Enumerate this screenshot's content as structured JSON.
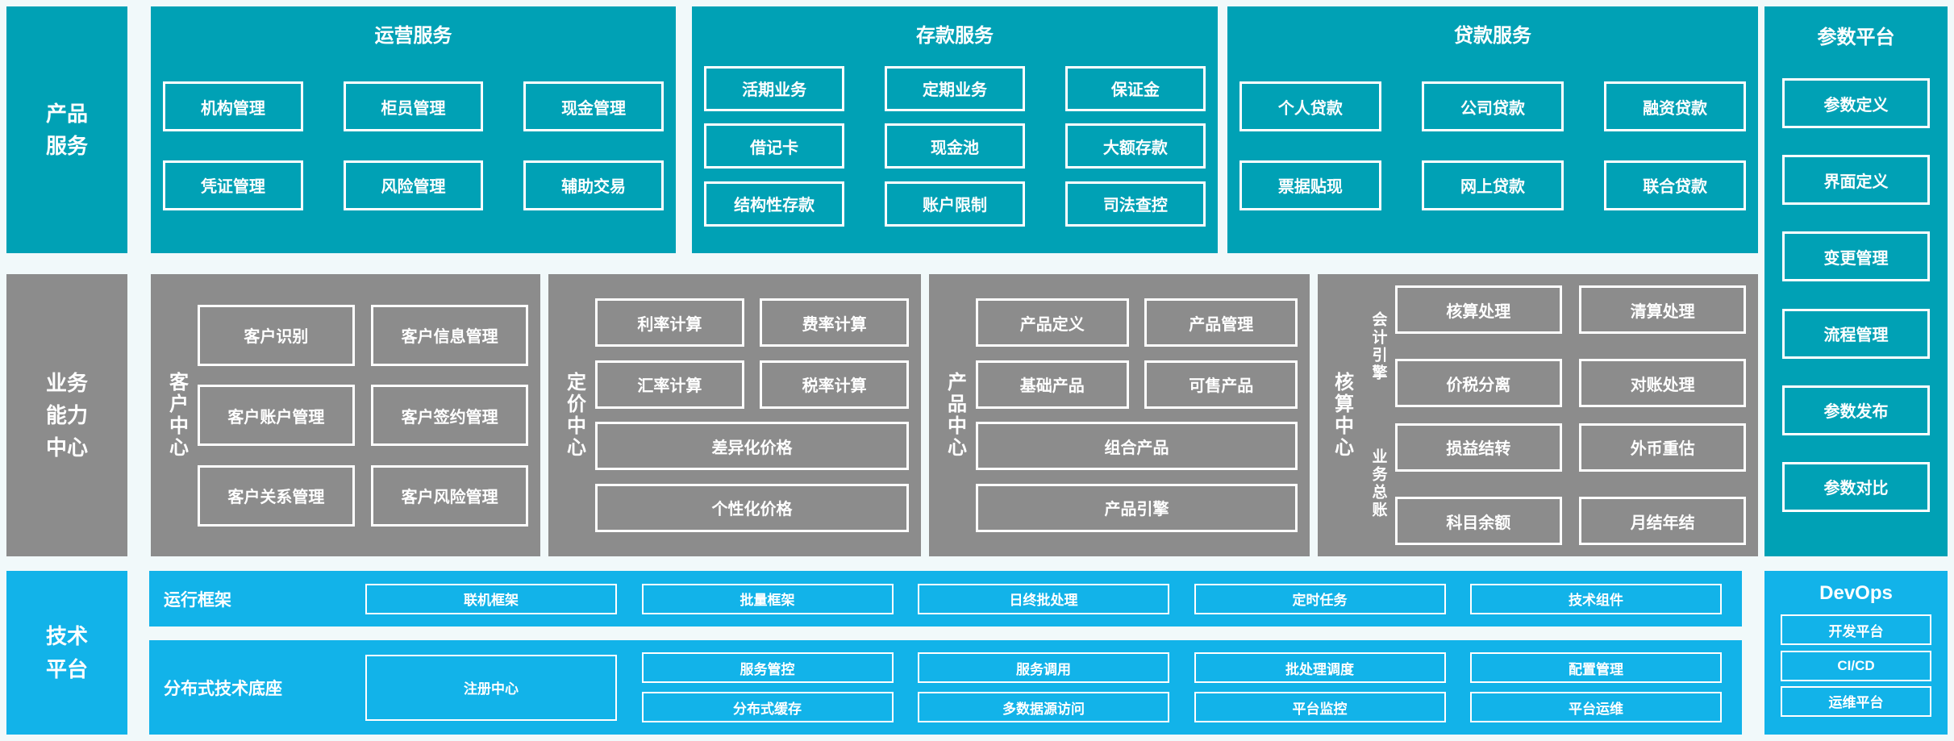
{
  "colors": {
    "teal": "#00a1b5",
    "blue": "#12b3e9",
    "gray": "#8c8c8c",
    "page_bg": "#f1f9fa",
    "box_border": "#ffffff"
  },
  "left_labels": {
    "product": "产品服务",
    "business": "业务能力中心",
    "tech": "技术平台"
  },
  "top": {
    "sections": [
      {
        "title": "运营服务",
        "rows": [
          [
            "机构管理",
            "柜员管理",
            "现金管理"
          ],
          [
            "凭证管理",
            "风险管理",
            "辅助交易"
          ]
        ]
      },
      {
        "title": "存款服务",
        "rows": [
          [
            "活期业务",
            "定期业务",
            "保证金"
          ],
          [
            "借记卡",
            "现金池",
            "大额存款"
          ],
          [
            "结构性存款",
            "账户限制",
            "司法查控"
          ]
        ]
      },
      {
        "title": "贷款服务",
        "rows": [
          [
            "个人贷款",
            "公司贷款",
            "融资贷款"
          ],
          [
            "票据贴现",
            "网上贷款",
            "联合贷款"
          ]
        ]
      }
    ]
  },
  "parameter_platform": {
    "title": "参数平台",
    "items": [
      "参数定义",
      "界面定义",
      "变更管理",
      "流程管理",
      "参数发布",
      "参数对比"
    ]
  },
  "business": {
    "centers": [
      {
        "name": "客户中心",
        "rows": [
          [
            "客户识别",
            "客户信息管理"
          ],
          [
            "客户账户管理",
            "客户签约管理"
          ],
          [
            "客户关系管理",
            "客户风险管理"
          ]
        ]
      },
      {
        "name": "定价中心",
        "rows": [
          [
            "利率计算",
            "费率计算"
          ],
          [
            "汇率计算",
            "税率计算"
          ]
        ],
        "wide": [
          "差异化价格",
          "个性化价格"
        ]
      },
      {
        "name": "产品中心",
        "rows": [
          [
            "产品定义",
            "产品管理"
          ],
          [
            "基础产品",
            "可售产品"
          ]
        ],
        "wide": [
          "组合产品",
          "产品引擎"
        ]
      },
      {
        "name": "核算中心",
        "groups": [
          {
            "name": "会计引擎",
            "rows": [
              [
                "核算处理",
                "清算处理"
              ],
              [
                "价税分离",
                "对账处理"
              ]
            ]
          },
          {
            "name": "业务总账",
            "rows": [
              [
                "损益结转",
                "外币重估"
              ],
              [
                "科目余额",
                "月结年结"
              ]
            ]
          }
        ]
      }
    ]
  },
  "tech": {
    "runtime": {
      "title": "运行框架",
      "items": [
        "联机框架",
        "批量框架",
        "日终批处理",
        "定时任务",
        "技术组件"
      ]
    },
    "base": {
      "title": "分布式技术底座",
      "registry": "注册中心",
      "columns": [
        [
          "服务管控",
          "分布式缓存"
        ],
        [
          "服务调用",
          "多数据源访问"
        ],
        [
          "批处理调度",
          "平台监控"
        ],
        [
          "配置管理",
          "平台运维"
        ]
      ]
    }
  },
  "devops": {
    "title": "DevOps",
    "items": [
      "开发平台",
      "CI/CD",
      "运维平台"
    ]
  }
}
